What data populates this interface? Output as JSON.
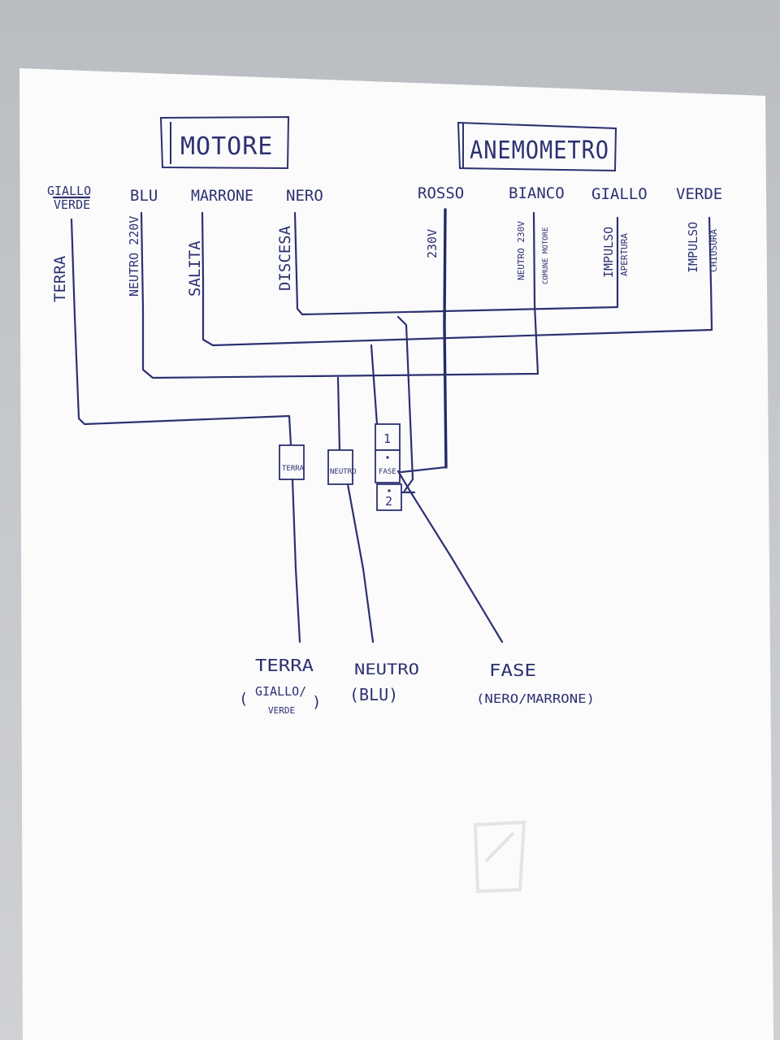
{
  "diagram": {
    "motore": {
      "title": "MOTORE",
      "wires": [
        {
          "color": "GIALLO",
          "color2": "VERDE",
          "function": "TERRA"
        },
        {
          "color": "BLU",
          "function": "NEUTRO 220V"
        },
        {
          "color": "MARRONE",
          "function": "SALITA"
        },
        {
          "color": "NERO",
          "function": "DISCESA"
        }
      ]
    },
    "anemometro": {
      "title": "ANEMOMETRO",
      "wires": [
        {
          "color": "ROSSO",
          "function": "230V"
        },
        {
          "color": "BIANCO",
          "function": "NEUTRO 230V",
          "function2": "COMUNE MOTORE"
        },
        {
          "color": "GIALLO",
          "function": "IMPULSO",
          "function2": "APERTURA"
        },
        {
          "color": "VERDE",
          "function": "IMPULSO",
          "function2": "CHIUSURA"
        }
      ]
    },
    "terminals": {
      "terra": "TERRA",
      "neutro": "NEUTRO",
      "switch_1": "1",
      "switch_fase": "FASE",
      "switch_2": "2"
    },
    "supply": {
      "terra": {
        "label": "TERRA",
        "paren_open": "(",
        "color_a": "GIALLO/",
        "color_b": "VERDE",
        "paren_close": ")"
      },
      "neutro": {
        "label": "NEUTRO",
        "color": "(BLU)"
      },
      "fase": {
        "label": "FASE",
        "color": "(NERO/MARRONE)"
      }
    },
    "ink_color": "#2c3170",
    "paper_color": "#fbfbfc"
  }
}
